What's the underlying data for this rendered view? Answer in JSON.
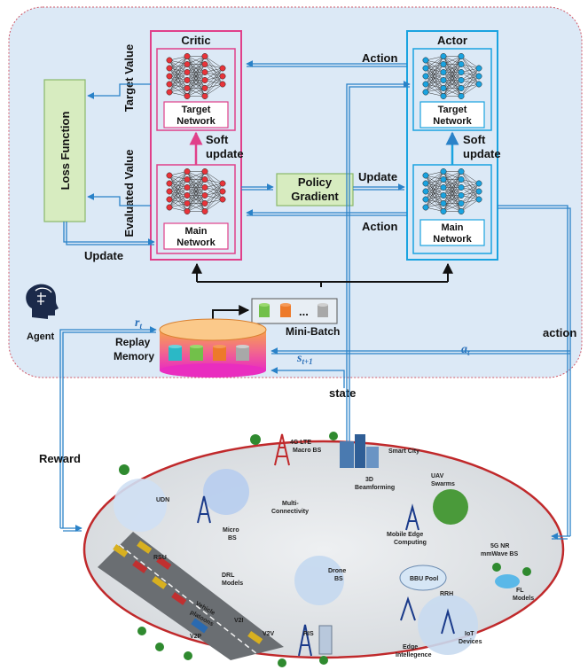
{
  "agent": {
    "agent_label": "Agent",
    "loss_function": "Loss Function",
    "target_value": "Target Value",
    "evaluated_value": "Evaluated Value",
    "update_left": "Update",
    "critic": {
      "title": "Critic",
      "target_network": [
        "Target",
        "Network"
      ],
      "main_network": [
        "Main",
        "Network"
      ],
      "soft_update": [
        "Soft",
        "update"
      ]
    },
    "actor": {
      "title": "Actor",
      "target_network": [
        "Target",
        "Network"
      ],
      "main_network": [
        "Main",
        "Network"
      ],
      "soft_update": [
        "Soft",
        "update"
      ]
    },
    "policy_gradient": [
      "Policy",
      "Gradient"
    ],
    "action_top": "Action",
    "action_bottom": "Action",
    "update_mid": "Update",
    "mini_batch": "Mini-Batch",
    "replay_memory": [
      "Replay",
      "Memory"
    ],
    "r_t": "r",
    "r_t_sub": "t",
    "s_t1": "s",
    "s_t1_sub": "t+1",
    "a_t": "a",
    "a_t_sub": "t",
    "minibatch_dots": "..."
  },
  "outside": {
    "action": "action",
    "state": "state",
    "reward": "Reward"
  },
  "environment": {
    "macro_bs": [
      "4G LTE",
      "Macro BS"
    ],
    "smart_city": "Smart City",
    "beamforming": [
      "3D",
      "Beamforming"
    ],
    "uav": [
      "UAV",
      "Swarms"
    ],
    "udn": "UDN",
    "multi_conn": [
      "Multi-",
      "Connectivity"
    ],
    "micro_bs": [
      "Micro",
      "BS"
    ],
    "mec": [
      "Mobile Edge",
      "Computing"
    ],
    "nr_bs": [
      "5G NR",
      "mmWave BS"
    ],
    "drone_bs": [
      "Drone",
      "BS"
    ],
    "rsu": "RSU",
    "drl_models": [
      "DRL",
      "Models"
    ],
    "bbu_pool": "BBU Pool",
    "rrh": "RRH",
    "fl_models": [
      "FL",
      "Models"
    ],
    "ris": "RIS",
    "edge_intel": [
      "Edge",
      "Intellegence"
    ],
    "iot": [
      "IoT",
      "Devices"
    ],
    "v2i": "V2I",
    "v2p": "V2P",
    "v2v": "V2V",
    "vehicular": [
      "Vehicle",
      "platoons"
    ]
  },
  "colors": {
    "agent_bg": "#dce9f6",
    "critic": "#e0408a",
    "actor": "#1aa3e0",
    "arrow_blue": "#2a82c8",
    "loss_box": "#d7ecc0",
    "ellipse_border": "#c0292b"
  }
}
